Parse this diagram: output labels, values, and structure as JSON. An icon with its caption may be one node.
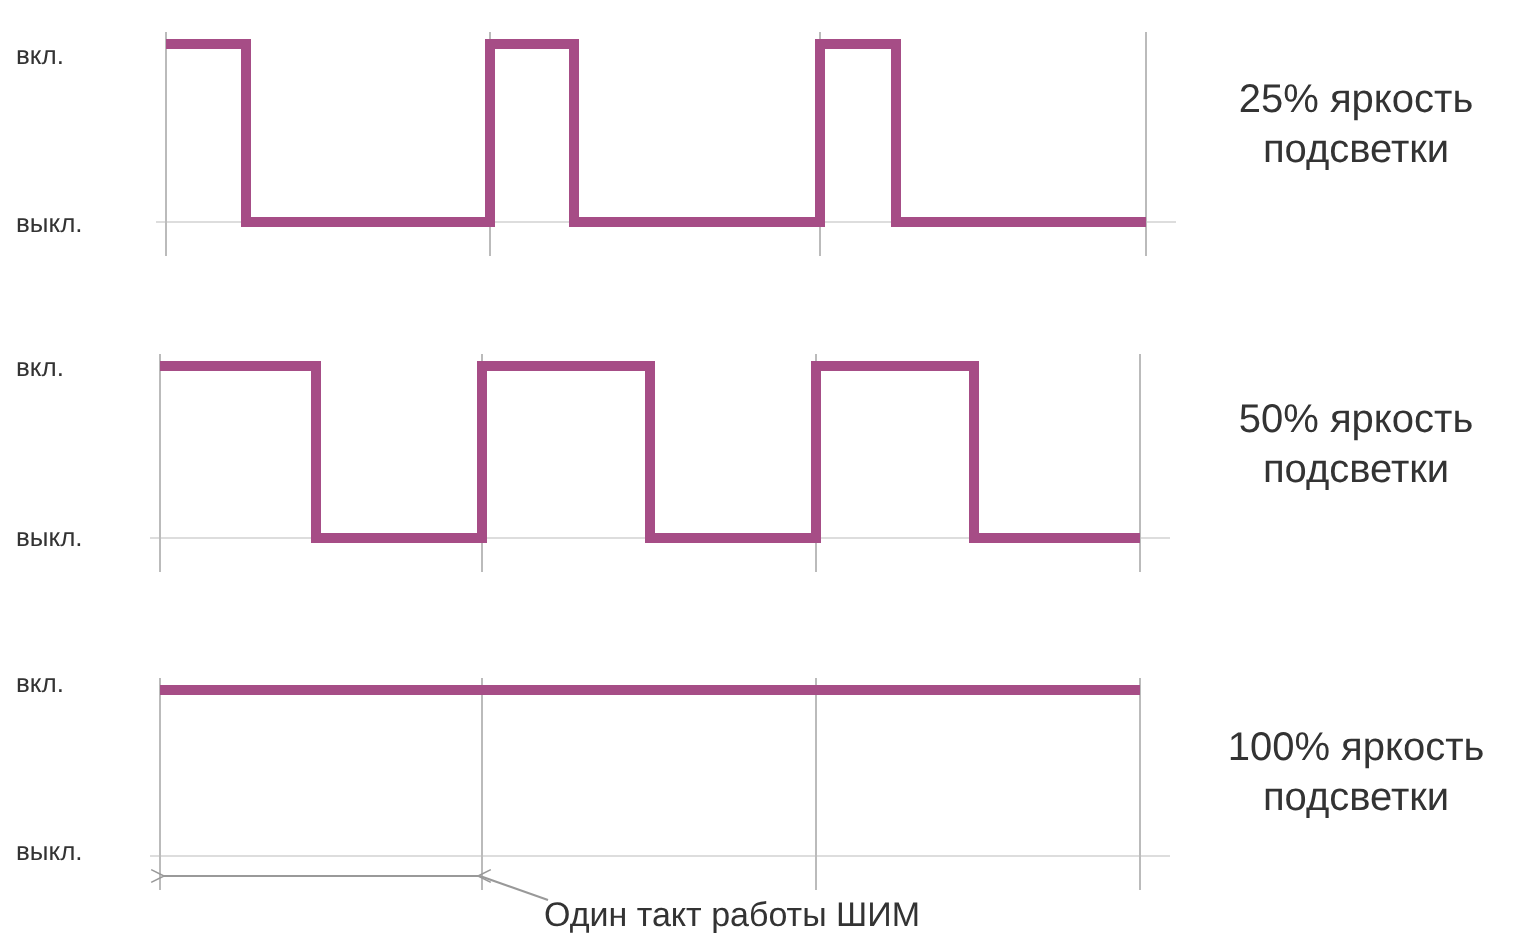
{
  "diagram": {
    "nodes": [
      {
        "text": [
          "Один такт работы ШИМ"
        ]
      },
      {
        "text": [],
        "shape": "bar"
      }
    ],
    "edges": [
      {
        "from": 0,
        "to": 1,
        "arrow": "none"
      }
    ],
    "labels": [
      "вкл.",
      "25% яркость подсветки",
      "выкл.",
      "вкл.",
      "50% яркость подсветки",
      "выкл.",
      "вкл.",
      "100% яркость подсветки",
      "выкл."
    ]
  }
}
